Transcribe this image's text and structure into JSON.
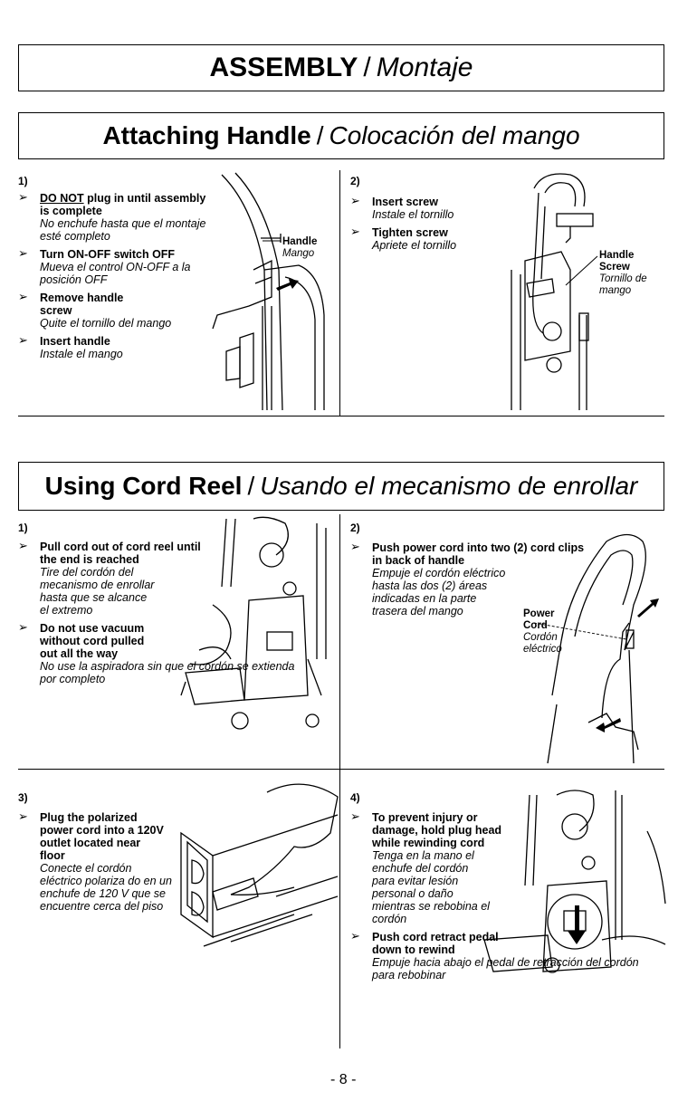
{
  "page_title": {
    "en": "ASSEMBLY",
    "sep": "/",
    "es": "Montaje"
  },
  "attach": {
    "title_en": "Attaching Handle",
    "title_sep": "/",
    "title_es": "Colocación del mango",
    "step1": {
      "num": "1)",
      "items": [
        {
          "b_pre": "DO NOT",
          "b_rest": " plug in until assembly is complete",
          "i": "No enchufe hasta que el montaje esté completo"
        },
        {
          "b": "Turn ON-OFF switch OFF",
          "i": "Mueva el control ON-OFF a la posición OFF"
        },
        {
          "b": "Remove handle screw",
          "i": "Quite el tornillo del mango"
        },
        {
          "b": "Insert handle",
          "i": "Instale el mango"
        }
      ],
      "callout_b": "Handle",
      "callout_i": "Mango"
    },
    "step2": {
      "num": "2)",
      "items": [
        {
          "b": "Insert screw",
          "i": "Instale el tornillo"
        },
        {
          "b": "Tighten screw",
          "i": "Apriete el tornillo"
        }
      ],
      "callout_b1": "Handle",
      "callout_b2": "Screw",
      "callout_i": "Tornillo de mango"
    }
  },
  "cord": {
    "title_en": "Using Cord Reel",
    "title_sep": "/",
    "title_es": "Usando el mecanismo de enrollar",
    "step1": {
      "num": "1)",
      "items": [
        {
          "b": "Pull cord out of cord reel until the end is reached",
          "i": "Tire del cordón del mecanismo de enrollar hasta que se alcance el extremo"
        },
        {
          "b": "Do not use vacuum without cord pulled out all the way",
          "i": "No use la aspiradora sin que el cordón se extienda por completo"
        }
      ]
    },
    "step2": {
      "num": "2)",
      "items": [
        {
          "b": "Push power cord into two (2) cord clips in back of handle",
          "i": "Empuje el cordón eléctrico hasta las dos (2) áreas indicadas en la parte trasera del mango"
        }
      ],
      "callout_b1": "Power",
      "callout_b2": "Cord",
      "callout_i": "Cordón eléctrico"
    },
    "step3": {
      "num": "3)",
      "items": [
        {
          "b": "Plug the polarized power cord into a 120V outlet located near floor",
          "i": "Conecte el cordón eléctrico polariza do en un enchufe de 120 V que se encuentre cerca del piso"
        }
      ]
    },
    "step4": {
      "num": "4)",
      "items": [
        {
          "b": "To prevent injury or damage, hold plug head while rewinding cord",
          "i": "Tenga en la mano el enchufe del cordón para evitar lesión personal o daño mientras se rebobina el cordón"
        },
        {
          "b": "Push cord retract pedal down to rewind",
          "i": "Empuje hacia abajo el pedal de retracción del cordón para rebobinar"
        }
      ]
    }
  },
  "arrow_glyph": "➢",
  "page_number": "- 8 -"
}
